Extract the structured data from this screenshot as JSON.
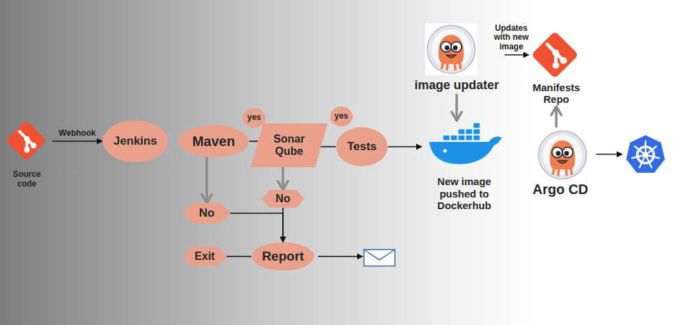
{
  "diagram": {
    "nodes": [
      {
        "text": [
          "Source code"
        ]
      },
      {
        "text": [
          "Jenkins"
        ]
      },
      {
        "text": [
          "Maven"
        ]
      },
      {
        "text": [
          "yes"
        ]
      },
      {
        "text": [
          "Sonar Qube"
        ]
      },
      {
        "text": [
          "yes"
        ]
      },
      {
        "text": [
          "Tests"
        ]
      },
      {
        "text": [
          "No"
        ]
      },
      {
        "text": [
          "No"
        ]
      },
      {
        "text": [
          "Exit"
        ]
      },
      {
        "text": [
          "Report"
        ]
      },
      {
        "text": [
          "image updater"
        ]
      },
      {
        "text": [
          "Manifests Repo"
        ]
      },
      {
        "text": [
          "New image pushed to Dockerhub"
        ]
      },
      {
        "text": [
          "Argo CD"
        ]
      }
    ],
    "edges": [
      {
        "from": 0,
        "to": 1,
        "arrow": "to",
        "label": "Webhook"
      },
      {
        "from": 2,
        "to": 4,
        "arrow": "none"
      },
      {
        "from": 4,
        "to": 6,
        "arrow": "none"
      },
      {
        "from": 2,
        "to": 7,
        "arrow": "to"
      },
      {
        "from": 4,
        "to": 8,
        "arrow": "to"
      },
      {
        "from": 7,
        "to": 10,
        "arrow": "to"
      },
      {
        "from": 8,
        "to": 10,
        "arrow": "to"
      },
      {
        "from": 10,
        "to": 9,
        "arrow": "none"
      },
      {
        "from": 6,
        "to": 13,
        "arrow": "to"
      },
      {
        "from": 11,
        "to": 13,
        "arrow": "to"
      },
      {
        "from": 11,
        "to": 12,
        "arrow": "to",
        "label": "Updates with new image"
      },
      {
        "from": 14,
        "to": 12,
        "arrow": "to"
      }
    ]
  }
}
